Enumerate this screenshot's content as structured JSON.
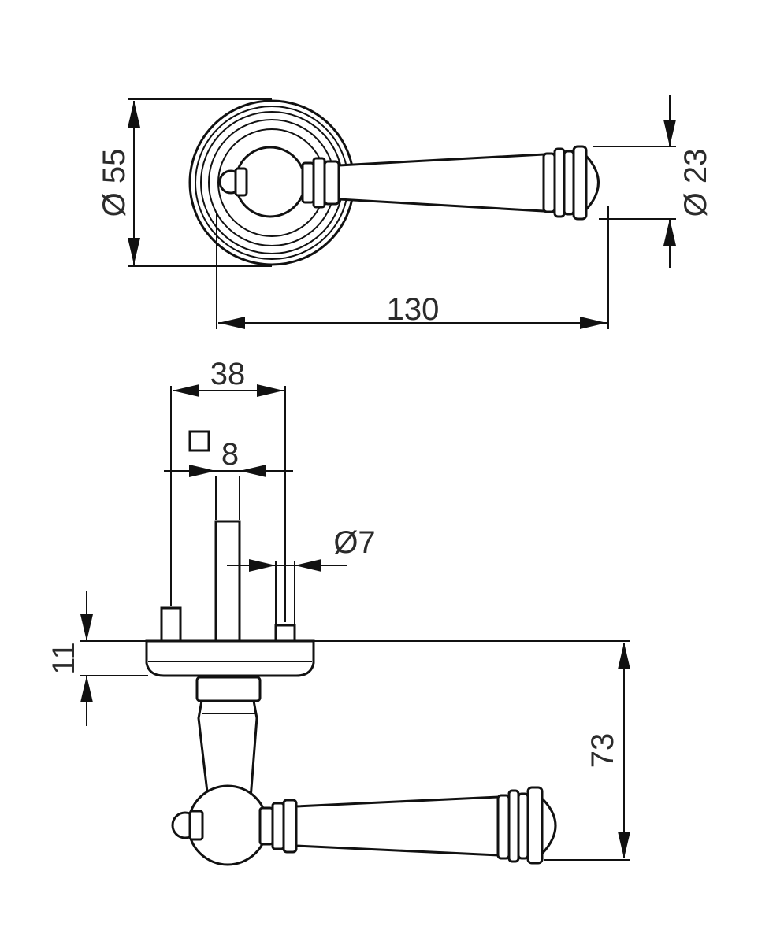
{
  "drawing": {
    "top_view": {
      "rose_diameter": "Ø 55",
      "grip_diameter": "Ø 23",
      "length": "130"
    },
    "side_view": {
      "rose_width": "38",
      "spindle_square": "8",
      "screw_diameter": "Ø7",
      "rose_height": "11",
      "total_height": "73"
    }
  }
}
